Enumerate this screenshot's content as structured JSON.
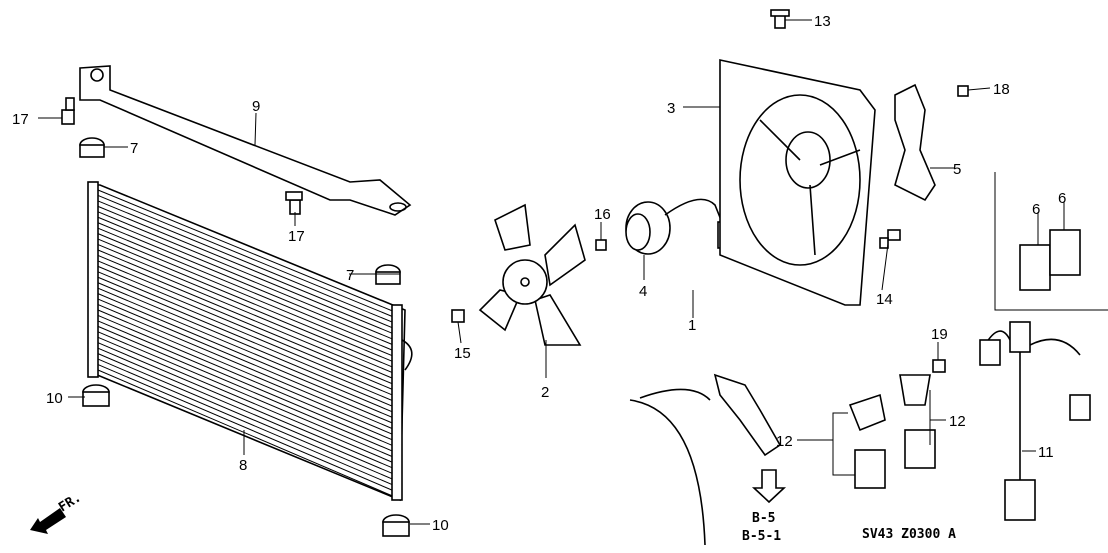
{
  "diagram": {
    "callouts": [
      "1",
      "2",
      "3",
      "4",
      "5",
      "6",
      "6",
      "7",
      "7",
      "8",
      "9",
      "10",
      "10",
      "11",
      "12",
      "12",
      "13",
      "14",
      "15",
      "16",
      "17",
      "17",
      "18",
      "19"
    ],
    "front_arrow_label": "FR.",
    "reference_refs": [
      "B-5",
      "B-5-1"
    ],
    "diagram_code": "SV43 Z0300 A"
  }
}
